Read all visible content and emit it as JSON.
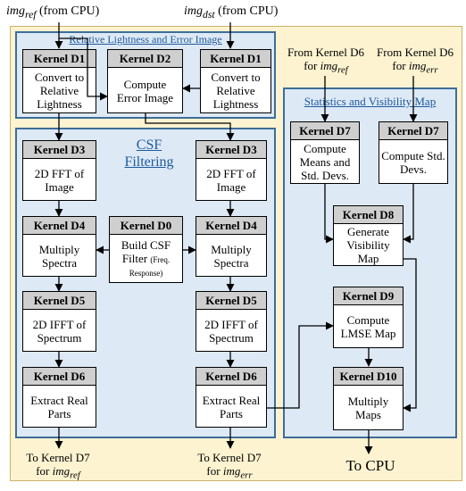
{
  "top_inputs": {
    "ref": {
      "var": "img",
      "sub": "ref",
      "text": "(from CPU)"
    },
    "dst": {
      "var": "img",
      "sub": "dst",
      "text": "(from CPU)"
    }
  },
  "panels": {
    "lightness": "Relative Lightness and Error Image",
    "csf_line1": "CSF",
    "csf_line2": "Filtering",
    "stats": "Statistics and Visibility Map"
  },
  "kernels": {
    "d1_left": {
      "title": "Kernel D1",
      "lines": [
        "Convert to",
        "Relative",
        "Lightness"
      ]
    },
    "d2": {
      "title": "Kernel D2",
      "lines": [
        "Compute",
        "Error Image"
      ]
    },
    "d1_right": {
      "title": "Kernel D1",
      "lines": [
        "Convert to",
        "Relative",
        "Lightness"
      ]
    },
    "d3_left": {
      "title": "Kernel D3",
      "lines": [
        "2D FFT of",
        "Image"
      ]
    },
    "d3_right": {
      "title": "Kernel D3",
      "lines": [
        "2D FFT of",
        "Image"
      ]
    },
    "d4_left": {
      "title": "Kernel D4",
      "lines": [
        "Multiply",
        "Spectra"
      ]
    },
    "d0": {
      "title": "Kernel D0",
      "lines": [
        "Build CSF",
        "Filter",
        "Response)"
      ],
      "small": "(Freq."
    },
    "d4_right": {
      "title": "Kernel D4",
      "lines": [
        "Multiply",
        "Spectra"
      ]
    },
    "d5_left": {
      "title": "Kernel D5",
      "lines": [
        "2D IFFT of",
        "Spectrum"
      ]
    },
    "d5_right": {
      "title": "Kernel D5",
      "lines": [
        "2D IFFT of",
        "Spectrum"
      ]
    },
    "d6_left": {
      "title": "Kernel D6",
      "lines": [
        "Extract Real",
        "Parts"
      ]
    },
    "d6_right": {
      "title": "Kernel D6",
      "lines": [
        "Extract Real",
        "Parts"
      ]
    },
    "d7_left": {
      "title": "Kernel D7",
      "lines": [
        "Compute",
        "Means and",
        "Std. Devs."
      ]
    },
    "d7_right": {
      "title": "Kernel D7",
      "lines": [
        "Compute Std.",
        "Devs."
      ]
    },
    "d8": {
      "title": "Kernel D8",
      "lines": [
        "Generate",
        "Visibility",
        "Map"
      ]
    },
    "d9": {
      "title": "Kernel D9",
      "lines": [
        "Compute",
        "LMSE Map"
      ]
    },
    "d10": {
      "title": "Kernel D10",
      "lines": [
        "Multiply",
        "Maps"
      ]
    }
  },
  "side_inputs": {
    "ref": {
      "line1": "From Kernel D6",
      "pre": "for ",
      "var": "img",
      "sub": "ref"
    },
    "err": {
      "line1": "From Kernel D6",
      "pre": "for ",
      "var": "img",
      "sub": "err"
    }
  },
  "outputs": {
    "left": {
      "line1": "To Kernel D7",
      "pre": "for ",
      "var": "img",
      "sub": "ref"
    },
    "right": {
      "line1": "To Kernel D7",
      "pre": "for ",
      "var": "img",
      "sub": "err"
    },
    "cpu": "To CPU"
  }
}
